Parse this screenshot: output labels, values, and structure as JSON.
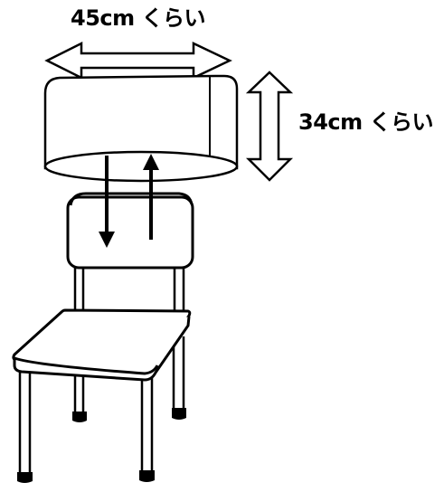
{
  "labels": {
    "width": "45cm くらい",
    "height": "34cm くらい"
  },
  "colors": {
    "outline": "#000000",
    "fill": "#ffffff"
  },
  "icons": {
    "width_arrow": "double-headed-horizontal-arrow",
    "height_arrow": "double-headed-vertical-arrow",
    "down_arrow": "arrow-down",
    "up_arrow": "arrow-up"
  }
}
